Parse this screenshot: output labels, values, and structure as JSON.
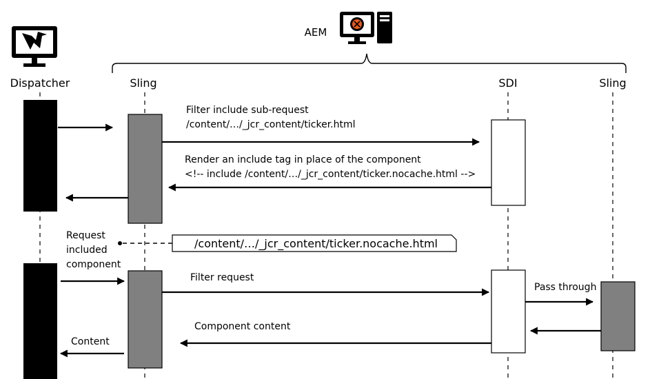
{
  "group": {
    "label": "AEM"
  },
  "participants": {
    "dispatcher": "Dispatcher",
    "sling_left": "Sling",
    "sdi": "SDI",
    "sling_right": "Sling"
  },
  "messages": {
    "m1_line1": "Filter include sub-request",
    "m1_line2": "/content/…/_jcr_content/ticker.html",
    "m2_line1": "Render an include tag in place of the component",
    "m2_line2": "<!-- include /content/…/_jcr_content/ticker.nocache.html -->",
    "note_line1": "Request",
    "note_line2": "included",
    "note_line3": "component",
    "include_path": "/content/…/_jcr_content/ticker.nocache.html",
    "filter_request": "Filter request",
    "pass_through": "Pass through",
    "component_content": "Component content",
    "content": "Content"
  },
  "icons": {
    "dispatcher": "dispatcher-monitor-icon",
    "aem": "aem-computer-icon"
  },
  "colors": {
    "dispatcher_bar": "#000000",
    "sling_bar": "#808080",
    "sdi_bar": "#ffffff",
    "aem_logo": "#e8591a"
  }
}
